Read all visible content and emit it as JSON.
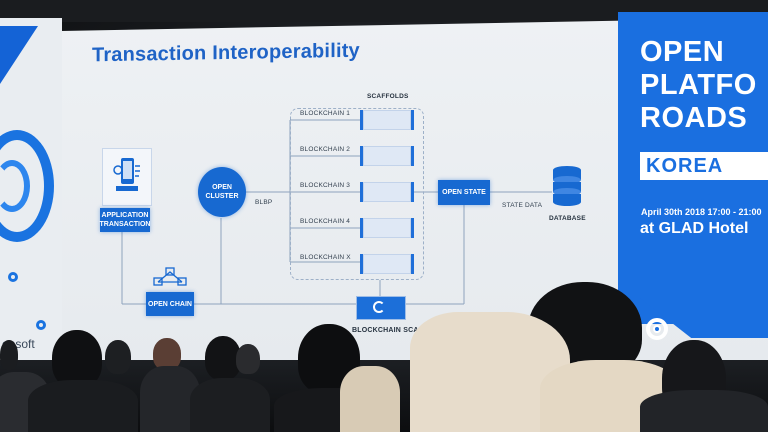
{
  "slide": {
    "title": "Transaction Interoperability",
    "nodes": {
      "application_transaction": "APPLICATION TRANSACTION",
      "open_cluster": "OPEN CLUSTER",
      "open_chain": "OPEN CHAIN",
      "open_state": "OPEN STATE",
      "database": "DATABASE",
      "scaffolds": "SCAFFOLDS",
      "blockchain_scaffold": "BLOCKCHAIN SCAFF"
    },
    "edge_labels": {
      "blbp": "BLBP",
      "state_data": "STATE DATA"
    },
    "blockchains": [
      "BLOCKCHAIN 1",
      "BLOCKCHAIN 2",
      "BLOCKCHAIN 3",
      "BLOCKCHAIN 4",
      "BLOCKCHAIN X"
    ],
    "left_brand_fragment": "ensoft"
  },
  "event_panel": {
    "title_lines": [
      "OPEN",
      "PLATFO",
      "ROADS"
    ],
    "country": "KOREA",
    "date": "April 30th 2018 17:00 - 21:00",
    "venue": "at GLAD Hotel"
  },
  "colors": {
    "accent_blue": "#1a6fe0",
    "node_blue": "#1769d1",
    "title_blue": "#1f63c6",
    "slide_bg": "#eef1f4"
  },
  "icons": [
    "phone-transaction-icon",
    "chain-network-icon",
    "database-icon",
    "scaffold-ring-icon",
    "event-logo-icon"
  ]
}
